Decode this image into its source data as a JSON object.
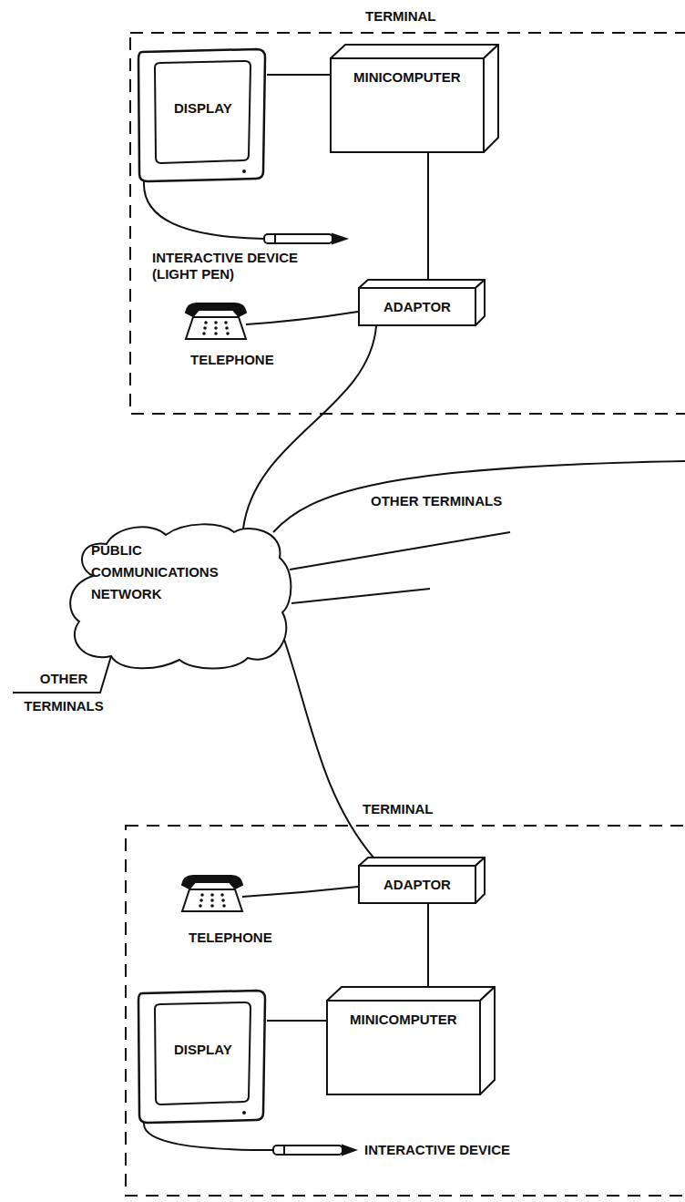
{
  "diagram": {
    "nodes": [
      {
        "text": [
          "TERMINAL"
        ]
      },
      {
        "text": [
          "DISPLAY"
        ],
        "in": 0
      },
      {
        "text": [
          "MINICOMPUTER"
        ],
        "in": 0
      },
      {
        "text": [
          "ADAPTOR"
        ],
        "in": 0
      },
      {
        "text": [
          "PUBLIC COMMUNICATIONS NETWORK"
        ]
      },
      {
        "text": [
          "TERMINAL"
        ]
      },
      {
        "text": [
          "ADAPTOR"
        ],
        "in": 5
      },
      {
        "text": [
          "DISPLAY"
        ],
        "in": 5
      },
      {
        "text": [
          "MINICOMPUTER"
        ],
        "in": 5
      }
    ],
    "edges": [
      {
        "from": 1,
        "to": 2,
        "arrow": "none"
      },
      {
        "from": 2,
        "to": 3,
        "arrow": "none"
      },
      {
        "from": 3,
        "to": 4,
        "arrow": "none"
      },
      {
        "from": 4,
        "to": 6,
        "arrow": "none"
      },
      {
        "from": 6,
        "to": 8,
        "arrow": "none"
      },
      {
        "from": 7,
        "to": 8,
        "arrow": "none"
      }
    ],
    "labels": [
      "INTERACTIVE DEVICE (LIGHT PEN)",
      "TELEPHONE",
      "OTHER TERMINALS",
      "OTHER TERMINALS",
      "TELEPHONE",
      "INTERACTIVE DEVICE"
    ]
  }
}
